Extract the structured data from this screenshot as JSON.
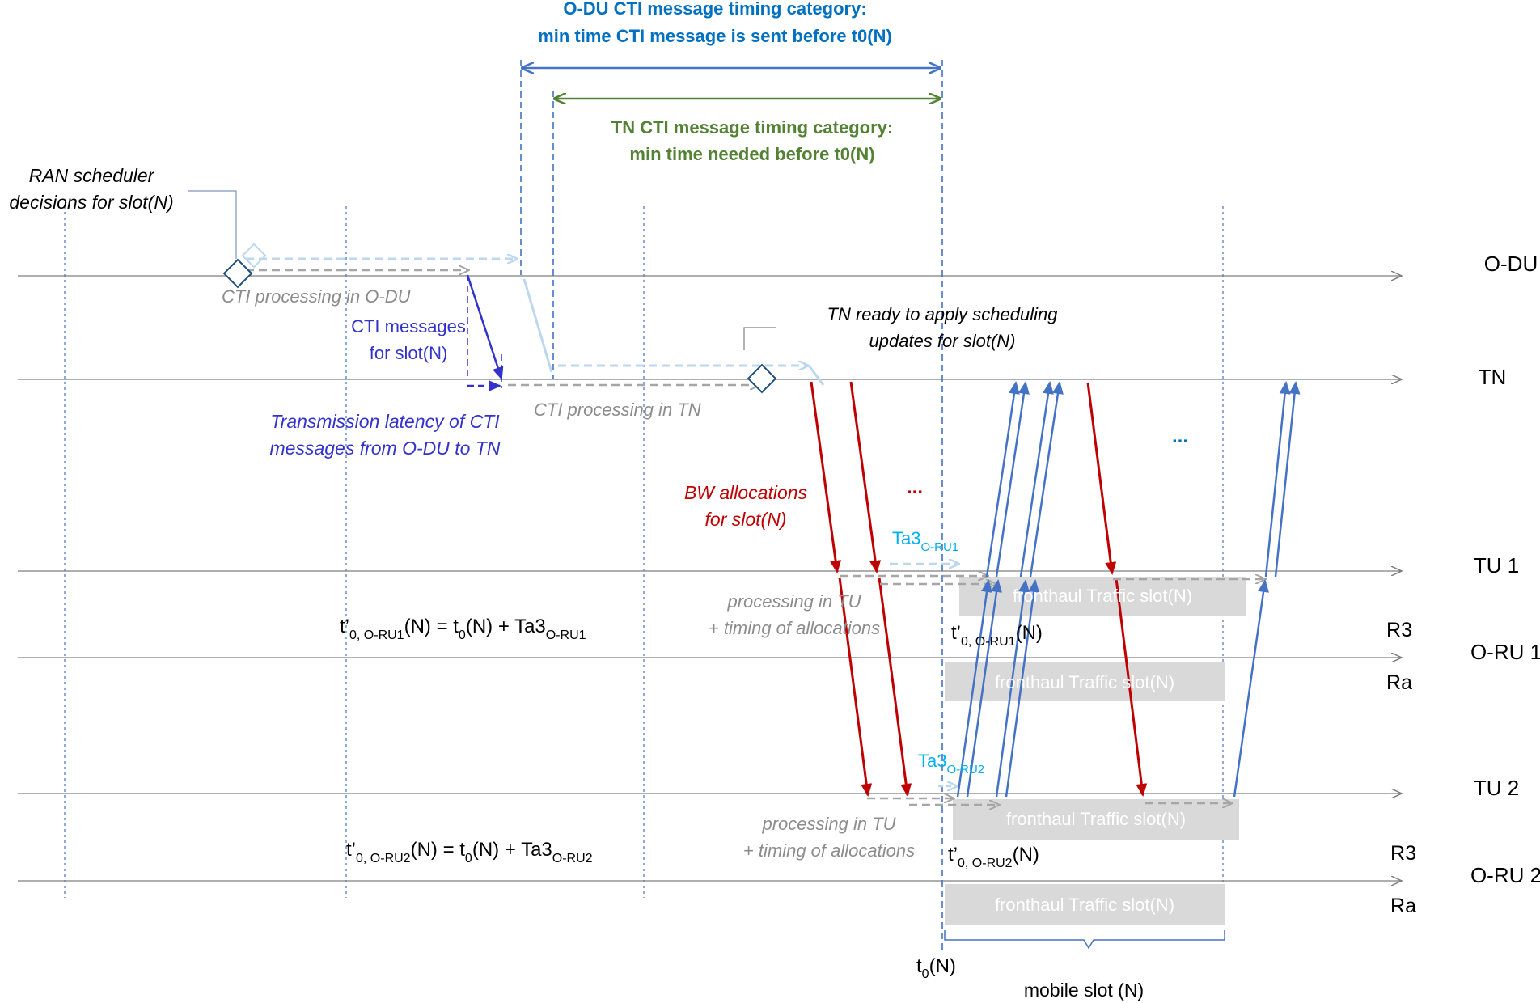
{
  "timing": {
    "odu_title_1": "O-DU CTI message timing category:",
    "odu_title_2": "min time CTI message is sent before t0(N)",
    "tn_title_1": "TN CTI message timing category:",
    "tn_title_2": "min time needed before t0(N)"
  },
  "lanes": {
    "odu": "O-DU",
    "tn": "TN",
    "tu1": "TU 1",
    "oru1": "O-RU 1",
    "tu2": "TU 2",
    "oru2": "O-RU 2",
    "r3_1": "R3",
    "ra_1": "Ra",
    "r3_2": "R3",
    "ra_2": "Ra"
  },
  "labels": {
    "ran_scheduler_1": "RAN scheduler",
    "ran_scheduler_2": "decisions for slot(N)",
    "cti_proc_odu": "CTI processing in O-DU",
    "cti_msg_1": "CTI messages",
    "cti_msg_2": "for slot(N)",
    "tx_latency_1": "Transmission latency of CTI",
    "tx_latency_2": "messages from O-DU to TN",
    "cti_proc_tn": "CTI processing in TN",
    "tn_ready_1": "TN ready to apply scheduling",
    "tn_ready_2": "updates for slot(N)",
    "bw_alloc_1": "BW allocations",
    "bw_alloc_2": "for slot(N)",
    "ellipsis_red": "...",
    "ellipsis_blue": "...",
    "ta3_oru1_base": "Ta3",
    "ta3_oru1_sub": "O-RU1",
    "ta3_oru2_base": "Ta3",
    "ta3_oru2_sub": "O-RU2",
    "proc_tu1_1": "processing in TU",
    "proc_tu1_2": "+ timing of allocations",
    "proc_tu2_1": "processing in TU",
    "proc_tu2_2": "+ timing of allocations",
    "fh_tu1": "fronthaul Traffic slot(N)",
    "fh_oru1": "fronthaul Traffic slot(N)",
    "fh_tu2": "fronthaul Traffic slot(N)",
    "fh_oru2": "fronthaul Traffic slot(N)",
    "t0_base": "t",
    "t0_sub": "0",
    "t0_tail": "(N)",
    "mobile_slot": "mobile slot (N)"
  },
  "equations": {
    "oru1": {
      "t": "t’",
      "sub1": "0, O-RU1",
      "mid": "(N) = t",
      "sub2": "0",
      "mid2": "(N) + Ta3",
      "sub3": "O-RU1"
    },
    "oru2": {
      "t": "t’",
      "sub1": "0, O-RU2",
      "mid": "(N) = t",
      "sub2": "0",
      "mid2": "(N) + Ta3",
      "sub3": "O-RU2"
    },
    "tprime1": {
      "t": "t’",
      "sub": "0, O-RU1",
      "tail": "(N)"
    },
    "tprime2": {
      "t": "t’",
      "sub": "0, O-RU2",
      "tail": "(N)"
    }
  },
  "colors": {
    "blue_title": "#0070c0",
    "green": "#548235",
    "lane": "#7f7f7f",
    "grid": "#4472c4",
    "red": "#c00000",
    "dark_blue": "#3333cc",
    "light_blue": "#bdd7ee",
    "cyan": "#00b0f0",
    "gray_text": "#8c8c8c",
    "fh_box": "#d9d9d9"
  }
}
